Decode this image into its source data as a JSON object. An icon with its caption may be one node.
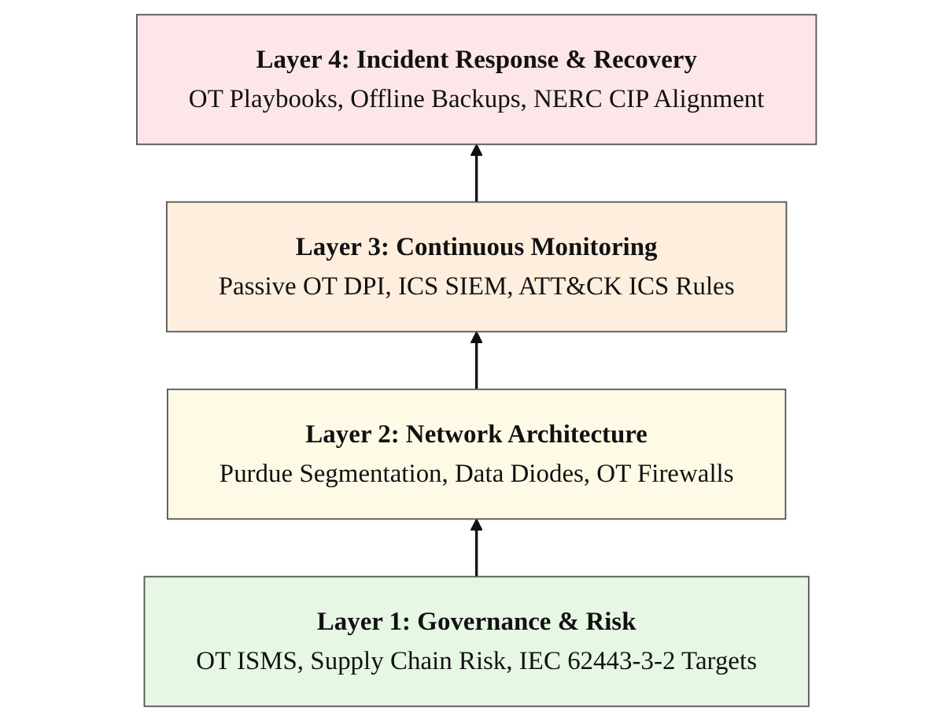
{
  "diagram": {
    "nodes": [
      {
        "text": [
          "Layer 4: Incident Response & Recovery",
          "OT Playbooks, Offline Backups, NERC CIP Alignment"
        ]
      },
      {
        "text": [
          "Layer 3: Continuous Monitoring",
          "Passive OT DPI, ICS SIEM, ATT&CK ICS Rules"
        ]
      },
      {
        "text": [
          "Layer 2: Network Architecture",
          "Purdue Segmentation, Data Diodes, OT Firewalls"
        ]
      },
      {
        "text": [
          "Layer 1: Governance & Risk",
          "OT ISMS, Supply Chain Risk, IEC 62443-3-2 Targets"
        ]
      }
    ],
    "edges": [
      {
        "from": 3,
        "to": 2,
        "arrow": "to"
      },
      {
        "from": 2,
        "to": 1,
        "arrow": "to"
      },
      {
        "from": 1,
        "to": 0,
        "arrow": "to"
      }
    ]
  }
}
